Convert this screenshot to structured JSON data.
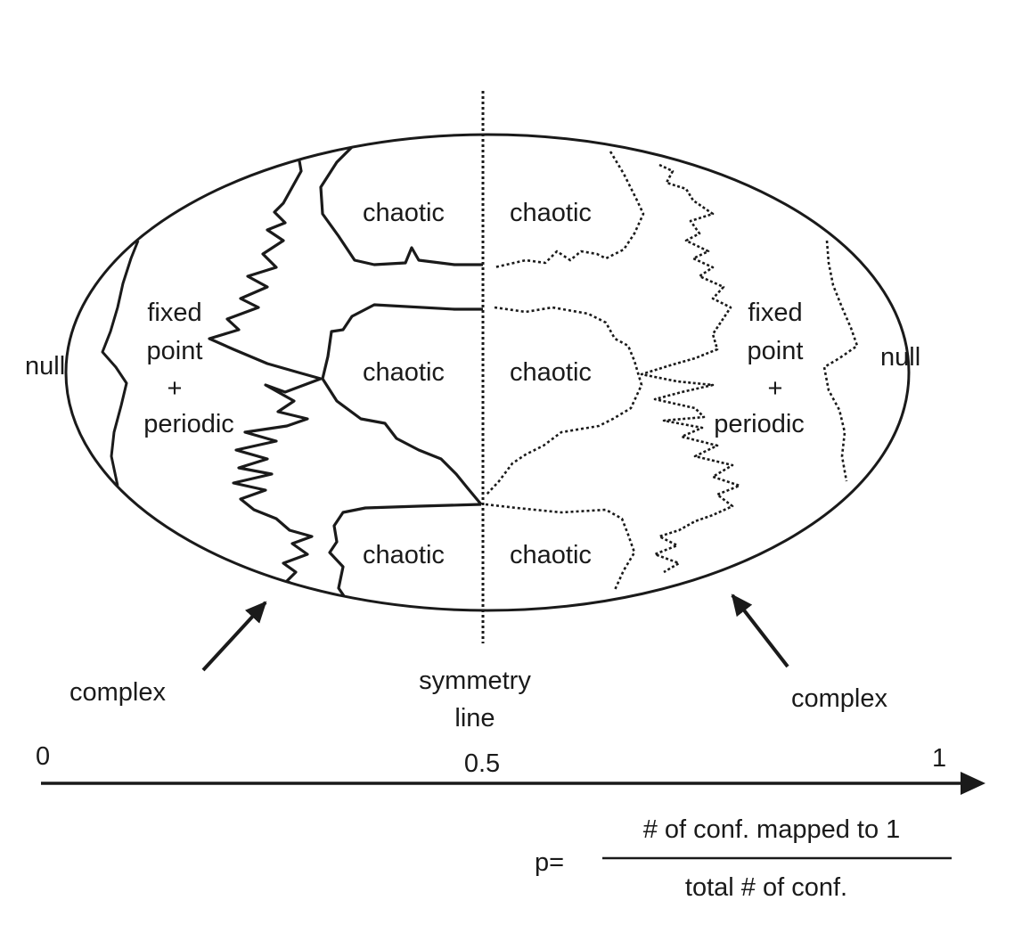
{
  "diagram": {
    "regions": {
      "left_null": "null",
      "left_fixed": [
        "fixed",
        "point",
        "+",
        "periodic"
      ],
      "left_chaotic": [
        "chaotic",
        "chaotic",
        "chaotic"
      ],
      "right_chaotic": [
        "chaotic",
        "chaotic",
        "chaotic"
      ],
      "right_fixed": [
        "fixed",
        "point",
        "+",
        "periodic"
      ],
      "right_null": "null"
    },
    "annotations": {
      "complex_left": "complex",
      "complex_right": "complex",
      "symmetry_line": [
        "symmetry",
        "line"
      ]
    },
    "axis": {
      "tick_0": "0",
      "tick_mid": "0.5",
      "tick_1": "1"
    },
    "formula": {
      "lhs": "p=",
      "numerator": "# of conf. mapped to 1",
      "denominator": "total # of conf."
    },
    "colors": {
      "ink": "#1a1a1a",
      "background": "#ffffff"
    }
  }
}
